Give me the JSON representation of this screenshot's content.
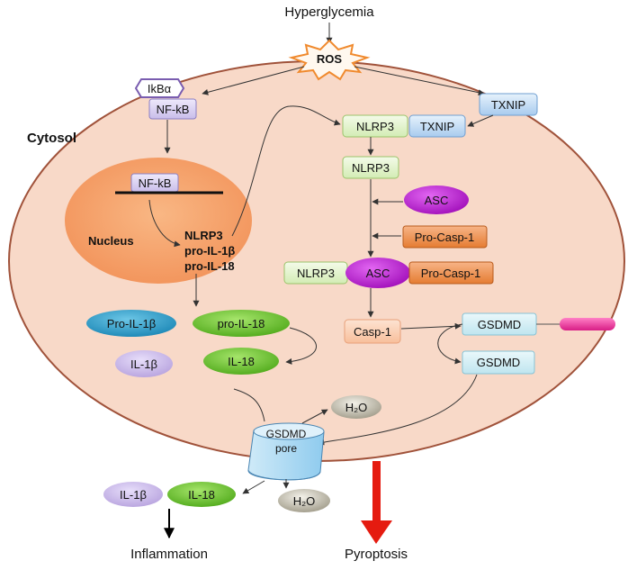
{
  "top_label": "Hyperglycemia",
  "ros_label": "ROS",
  "cytosol_label": "Cytosol",
  "nucleus_label": "Nucleus",
  "ikba_label": "IkBα",
  "nfkb_cyto_label": "NF-kB",
  "nfkb_nuc_label": "NF-kB",
  "nuclear_genes": [
    "NLRP3",
    "pro-IL-1β",
    "pro-IL-18"
  ],
  "nlrp3_txnip_label": "NLRP3",
  "txnip_bound_label": "TXNIP",
  "txnip_free_label": "TXNIP",
  "nlrp3_mid_label": "NLRP3",
  "asc_label": "ASC",
  "procasp1_label": "Pro-Casp-1",
  "inflammasome": {
    "nlrp3": "NLRP3",
    "asc": "ASC",
    "procasp1": "Pro-Casp-1"
  },
  "casp1_label": "Casp-1",
  "pro_il1b_label": "Pro-IL-1β",
  "pro_il18_label": "pro-IL-18",
  "il1b_label": "IL-1β",
  "il18_label": "IL-18",
  "gsdmd_full_label": "GSDMD",
  "gsdmd_cleaved_label": "GSDMD",
  "pore_label_line1": "GSDMD",
  "pore_label_line2": "pore",
  "h2o_in_label": "H₂O",
  "h2o_out_label": "H₂O",
  "il1b_out_label": "IL-1β",
  "il18_out_label": "IL-18",
  "inflammation_label": "Inflammation",
  "pyroptosis_label": "Pyroptosis",
  "colors": {
    "cell_fill": "#f8d9c8",
    "cell_stroke": "#a0523a",
    "nucleus_fill": "#f5a06a",
    "lavender": "#ddd4f2",
    "light_green": "#e6f6d0",
    "light_blue": "#cfe5f7",
    "asc_purple": "#c01fd6",
    "orange_box": "#ef8f4a",
    "peach_box": "#fbd0b4",
    "teal_box": "#d5f0f6",
    "pink_tag": "#ee3fa0",
    "pro_il1b": "#2a9fc9",
    "green_oval": "#6ec22c",
    "il1b_lilac": "#c9b8e8",
    "h2o": "#bdb8a8",
    "red_arrow": "#e51b10"
  }
}
